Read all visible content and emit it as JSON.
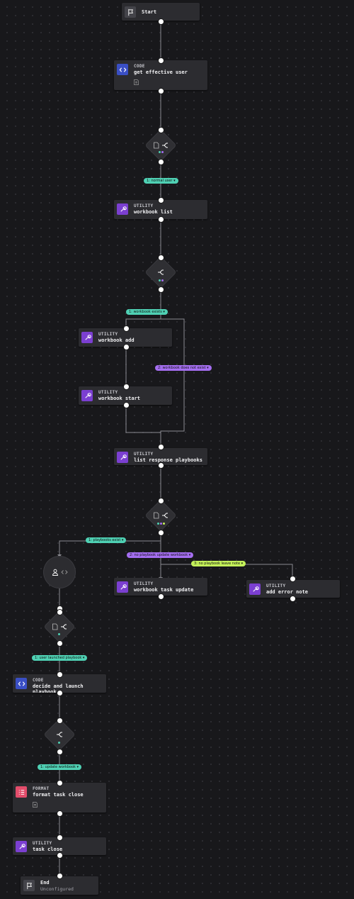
{
  "nodes": {
    "start": {
      "title": "Start"
    },
    "get_effective_user": {
      "kind": "CODE",
      "title": "get effective user"
    },
    "workbook_list": {
      "kind": "UTILITY",
      "title": "workbook list"
    },
    "workbook_add": {
      "kind": "UTILITY",
      "title": "workbook add"
    },
    "workbook_start": {
      "kind": "UTILITY",
      "title": "workbook start"
    },
    "list_response_playbooks": {
      "kind": "UTILITY",
      "title": "list response playbooks"
    },
    "workbook_task_update": {
      "kind": "UTILITY",
      "title": "workbook task update"
    },
    "add_error_note": {
      "kind": "UTILITY",
      "title": "add error note"
    },
    "decide_and_launch_playbook": {
      "kind": "CODE",
      "title": "decide and launch",
      "title2": "playbook"
    },
    "format_task_close": {
      "kind": "FORMAT",
      "title": "format task close"
    },
    "task_close": {
      "kind": "UTILITY",
      "title": "task close"
    },
    "end": {
      "title": "End",
      "sub": "Unconfigured"
    }
  },
  "branches": {
    "normal_user": "1: normal user",
    "workbook_exists": "1: workbook exists",
    "workbook_does_not_exist": "2: workbook does not exist",
    "playbooks_exist": "1: playbooks exist",
    "no_playbook_update_workbook": "2: no playbook update workbook",
    "no_playbook_leave_note": "3: no playbook leave note",
    "user_launched_playbook": "1: user launched playbook",
    "update_workbook": "1: update workbook"
  },
  "colors": {
    "code": "#3a4fc4",
    "utility": "#7b3fd1",
    "format": "#e34d6b",
    "branch_1": "#4fd1b4",
    "branch_2": "#a46ef0",
    "branch_3": "#c4f15a"
  },
  "icons": {
    "start": "flag-icon",
    "code": "code-icon",
    "utility": "wrench-icon",
    "format": "list-icon",
    "decision": "split-icon",
    "prompt": "user-icon",
    "end": "flag-icon"
  }
}
